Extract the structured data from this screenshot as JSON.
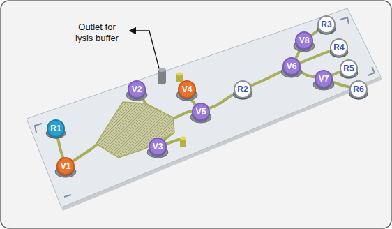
{
  "diagram": {
    "nodes": [
      {
        "text": [
          "R3"
        ]
      },
      {
        "text": [
          "V8"
        ]
      },
      {
        "text": [
          "R4"
        ]
      },
      {
        "text": [
          "V2"
        ]
      },
      {
        "text": [
          "V4"
        ]
      },
      {
        "text": [
          "V6"
        ]
      },
      {
        "text": [
          "R5"
        ]
      },
      {
        "text": [
          "V7"
        ]
      },
      {
        "text": [
          "R2"
        ]
      },
      {
        "text": [
          "R6"
        ]
      },
      {
        "text": [
          "V5"
        ]
      },
      {
        "text": [
          "R1"
        ]
      },
      {
        "text": [
          "V3"
        ]
      },
      {
        "text": [
          "V1"
        ]
      }
    ],
    "labels": [
      "Outlet for lysis buffer"
    ]
  }
}
